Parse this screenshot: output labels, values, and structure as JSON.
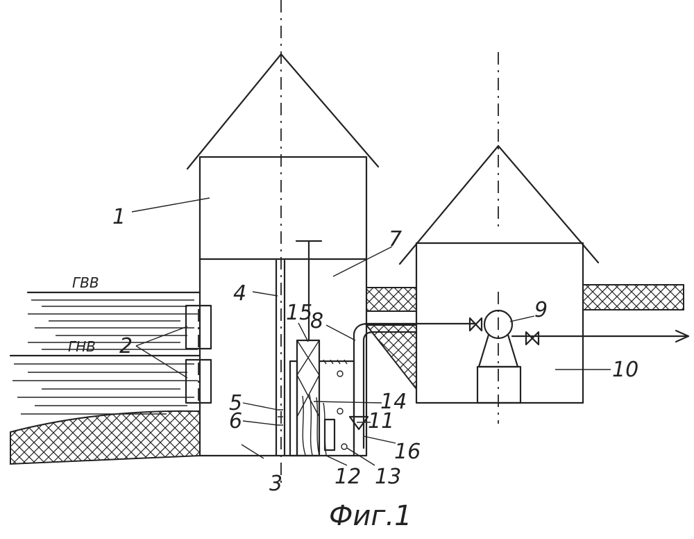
{
  "labels": {
    "l1": "1",
    "l2": "2",
    "l3": "3",
    "l4": "4",
    "l5": "5",
    "l6": "6",
    "l7": "7",
    "l8": "8",
    "l9": "9",
    "l10": "10",
    "l11": "11",
    "l12": "12",
    "l13": "13",
    "l14": "14",
    "l15": "15",
    "l16": "16",
    "gvv": "ГВВ",
    "gnv": "ГНВ"
  },
  "caption": "Фиг.1"
}
